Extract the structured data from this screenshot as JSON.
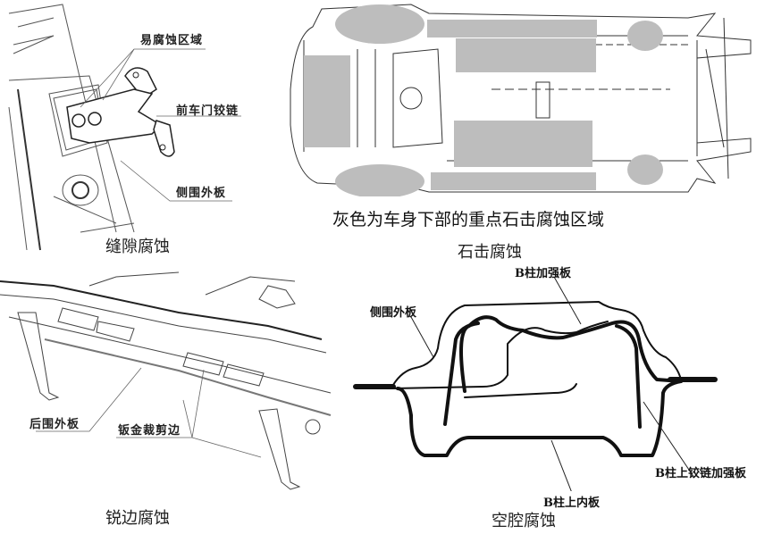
{
  "panels": {
    "gap": {
      "caption": "缝隙腐蚀",
      "labels": [
        "易腐蚀区域",
        "前车门铰链",
        "侧围外板"
      ]
    },
    "stone": {
      "caption": "石击腐蚀",
      "subtitle": "灰色为车身下部的重点石击腐蚀区域",
      "highlight_color": "#bdbdbd"
    },
    "edge": {
      "caption": "锐边腐蚀",
      "labels": [
        "后围外板",
        "钣金裁剪边"
      ]
    },
    "cavity": {
      "caption": "空腔腐蚀",
      "labels": [
        "B柱加强板",
        "侧围外板",
        "B柱上铰链加强板",
        "B柱上内板"
      ]
    }
  }
}
